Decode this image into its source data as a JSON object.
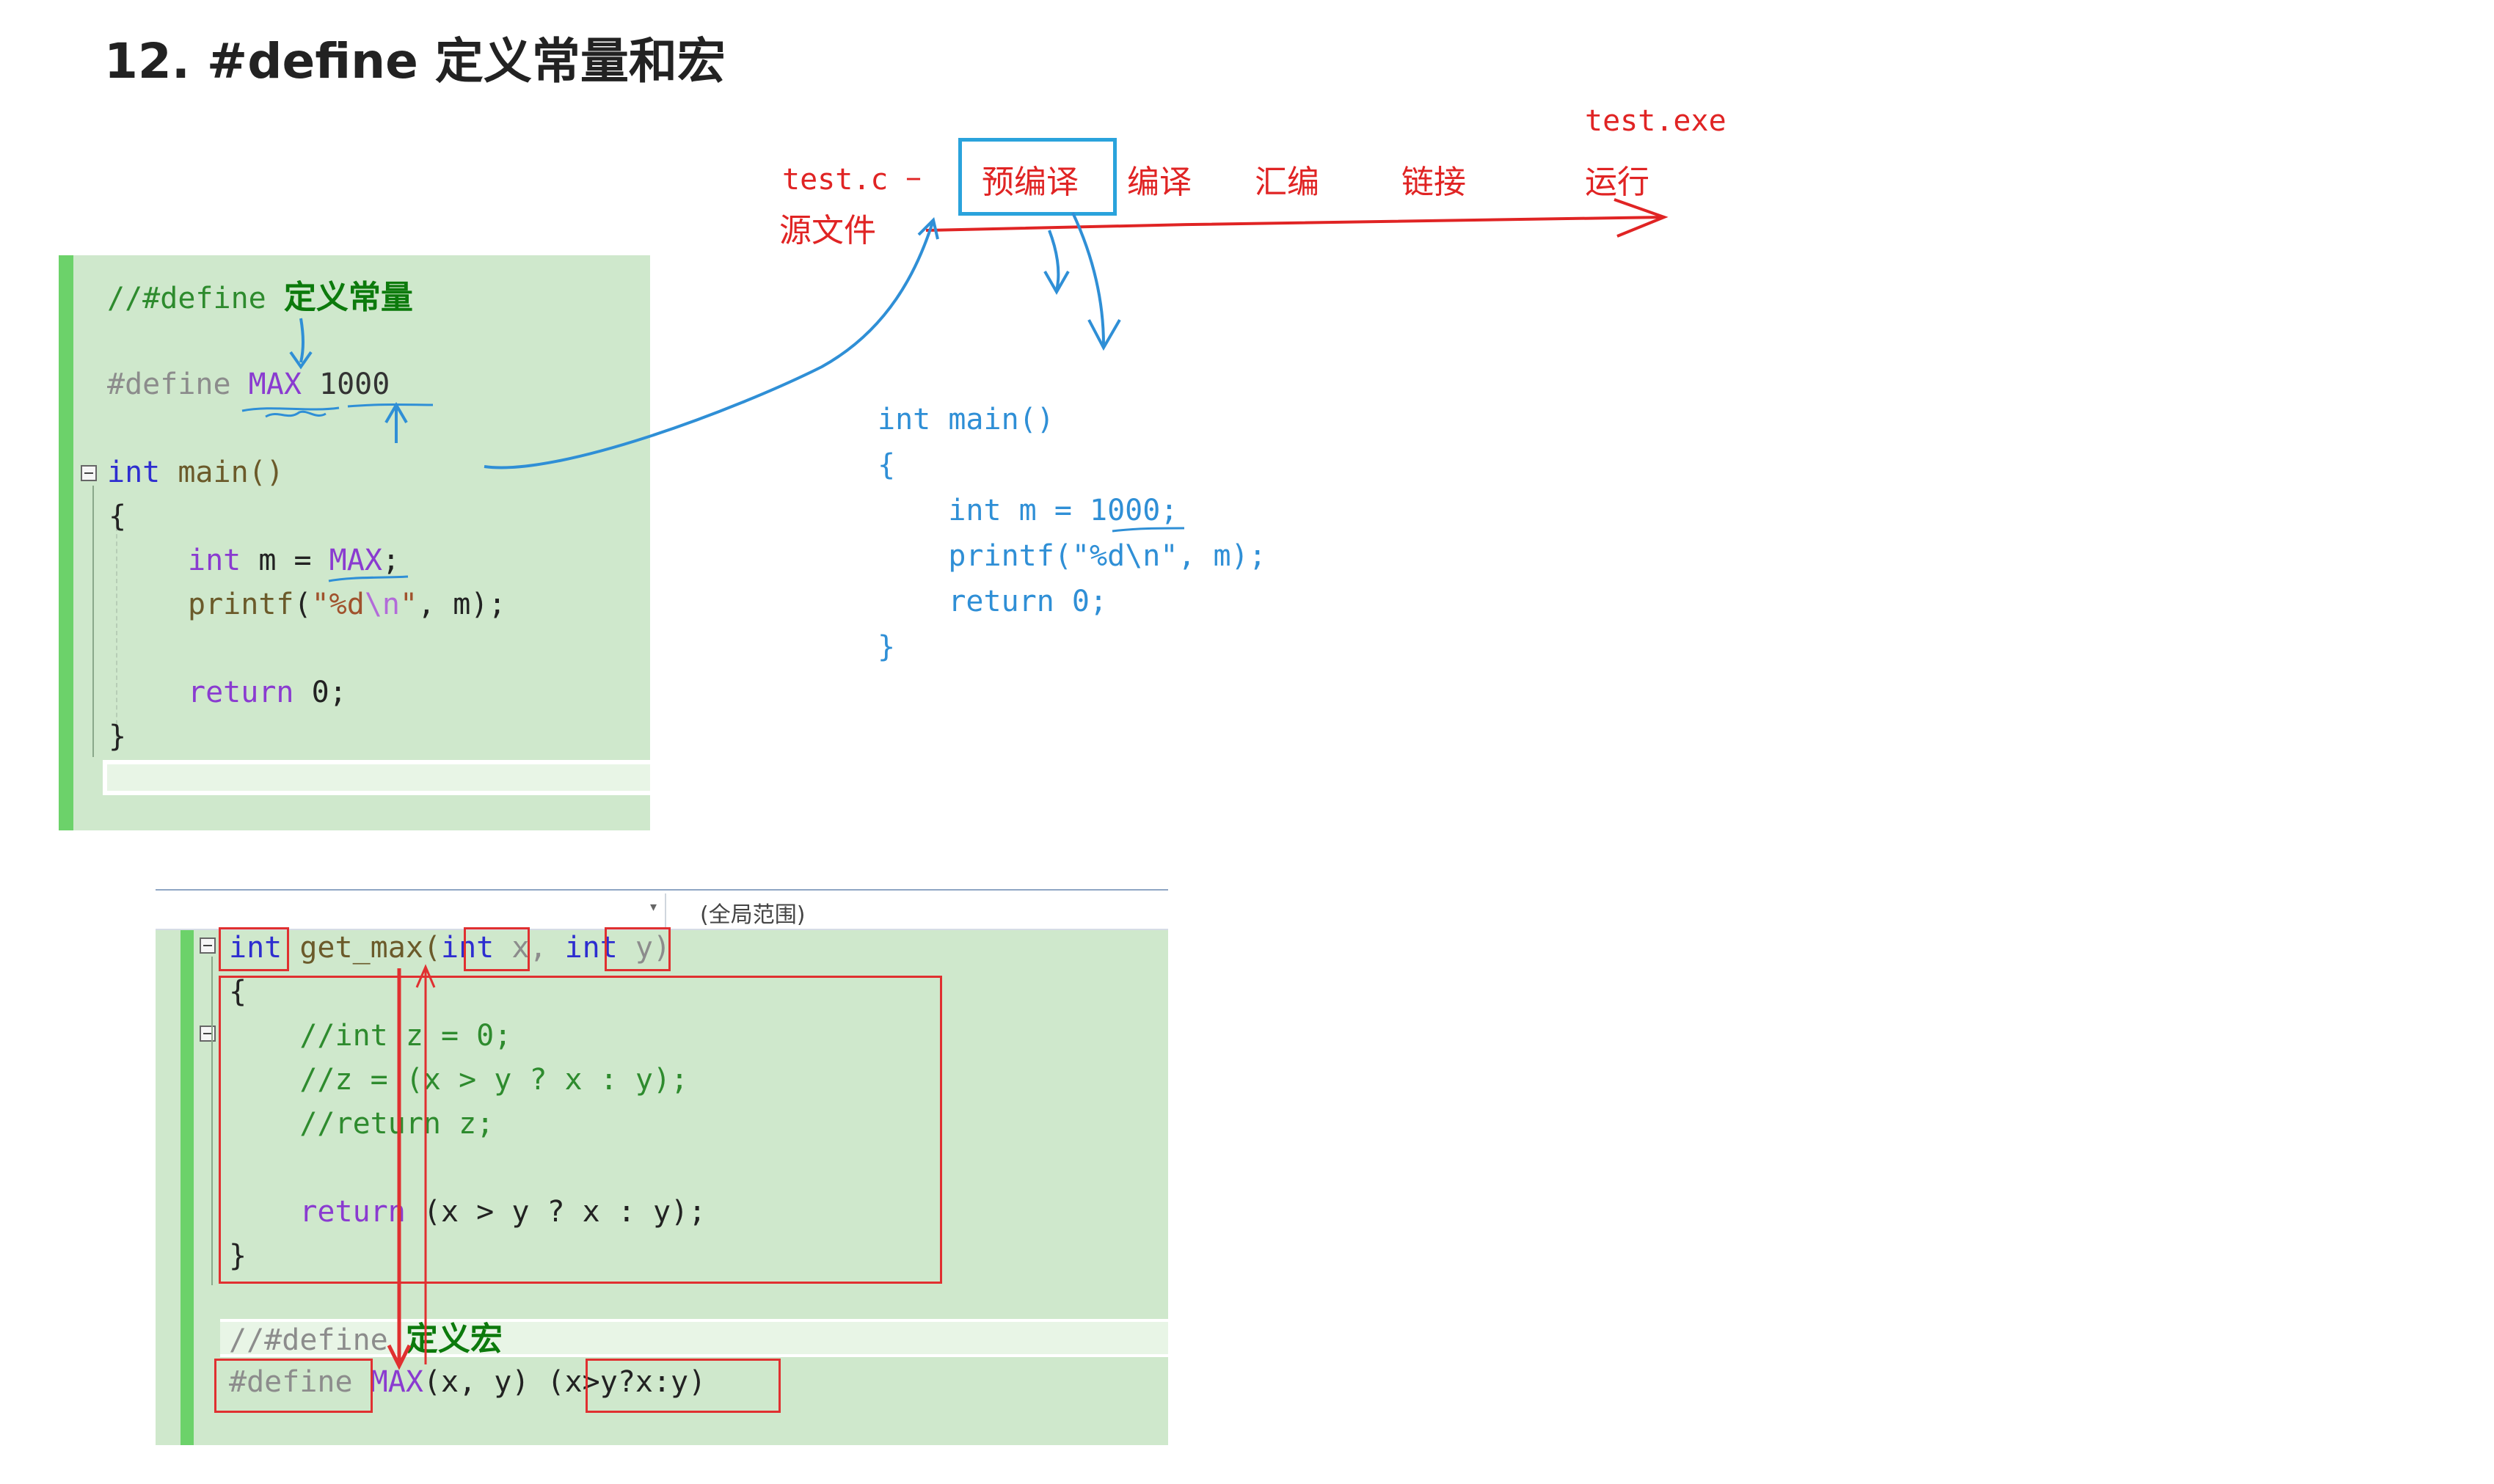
{
  "title": "12. #define 定义常量和宏",
  "pipeline": {
    "source": "test.c",
    "source_label": "源文件",
    "dash": "–",
    "stages": [
      "预编译",
      "编译",
      "汇编",
      "链接",
      "运行"
    ],
    "output": "test.exe"
  },
  "panel1": {
    "comment_prefix": "//#define ",
    "comment_cn": "定义常量",
    "define_kw": "#define",
    "macro_name": "MAX",
    "macro_value": "1000",
    "main_kw": "int",
    "main_sig": " main()",
    "open_brace": "{",
    "line_int_kw": "int",
    "line_int_mid": " m = ",
    "line_int_macro": "MAX",
    "line_int_end": ";",
    "printf_fn": "printf",
    "printf_open": "(",
    "printf_str_a": "\"%d",
    "printf_str_esc": "\\n",
    "printf_str_b": "\"",
    "printf_args": ", m);",
    "return_kw": "return",
    "return_val": " 0;",
    "close_brace": "}"
  },
  "expanded": {
    "lines": [
      "int main()",
      "{",
      "    int m = 1000;",
      "    printf(\"%d\\n\", m);",
      "    return 0;",
      "}"
    ]
  },
  "panel2": {
    "scope_label": "(全局范围)",
    "scope_arrow": "▾",
    "l1_int": "int",
    "l1_name": " get_max(",
    "l1_int2": "int",
    "l1_x": " x, ",
    "l1_int3": "int",
    "l1_y": " y)",
    "l2": "{",
    "l3": "    //int z = 0;",
    "l4": "    //z = (x > y ? x : y);",
    "l5": "    //return z;",
    "l7_kw": "    return",
    "l7_rest": " (x > y ? x : y);",
    "l8": "}",
    "macro_comment": "//#define ",
    "macro_comment_cn": "定义宏",
    "define_kw": "#define",
    "macro_name": " MAX",
    "macro_params": "(x, y) ",
    "macro_body": "(x>y?x:y)"
  },
  "colors": {
    "panel_bg": "#cfe8cc",
    "gutter": "#6cd26a",
    "annotation_red": "#e02424",
    "annotation_blue": "#2f8fd6",
    "keyword_blue": "#2d2dd0",
    "keyword_purple": "#8a3bd0",
    "comment_green": "#2e8b2e"
  }
}
